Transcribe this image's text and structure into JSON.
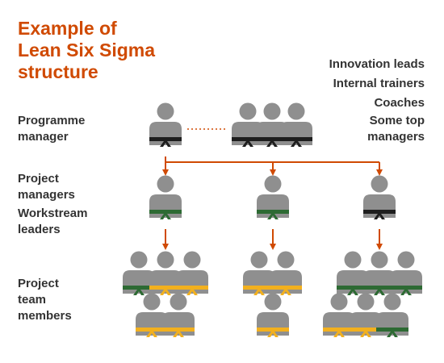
{
  "title": [
    "Example of",
    "Lean Six Sigma",
    "structure"
  ],
  "right_roles": [
    "Innovation leads",
    "Internal trainers",
    "Coaches",
    "Some top",
    "managers"
  ],
  "row_labels": {
    "programme": [
      "Programme",
      "manager"
    ],
    "project_managers": [
      "Project",
      "managers"
    ],
    "workstream": [
      "Workstream",
      "leaders"
    ],
    "team": [
      "Project",
      "team",
      "members"
    ]
  },
  "colors": {
    "accent": "#d04a02",
    "person": "#8f8f8f",
    "text": "#333333",
    "belt_black": "#1e1e1e",
    "belt_green": "#2d6a33",
    "belt_yellow": "#f2b01e"
  },
  "belts": {
    "programme_manager": "black",
    "programme_group": [
      "black",
      "black",
      "black"
    ],
    "project_managers": [
      "green",
      "green",
      "black"
    ],
    "team_left_top": [
      "green",
      "yellow",
      "yellow"
    ],
    "team_left_bottom": [
      "yellow",
      "yellow"
    ],
    "team_middle_top": [
      "yellow",
      "yellow"
    ],
    "team_middle_bottom": [
      "yellow"
    ],
    "team_right_top": [
      "green",
      "green",
      "green"
    ],
    "team_right_bottom": [
      "yellow",
      "yellow",
      "green"
    ]
  }
}
